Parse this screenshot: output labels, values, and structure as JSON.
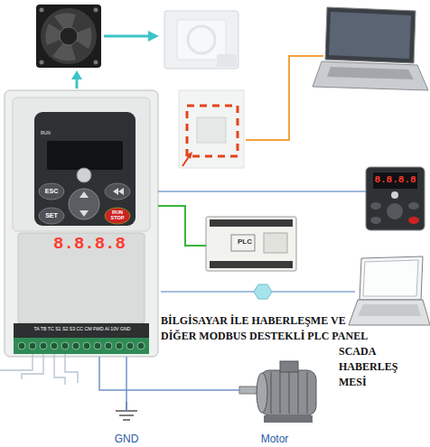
{
  "diagram": {
    "nodes": [
      {
        "text": [
          "8.8.8.8",
          "RUN",
          "ESC",
          "SET",
          "RUN STOP",
          "TA TB TC S1 S2 S3 CC CM FWD AI 10V GND"
        ]
      },
      {
        "text": [
          "8.8.8.8"
        ]
      },
      {
        "text": [
          "PLC"
        ]
      },
      {
        "text": [
          "Motor"
        ]
      },
      {
        "text": [
          "GND"
        ]
      }
    ],
    "edges": [
      {
        "from": 0,
        "to": 1,
        "arrow": "none"
      },
      {
        "from": 0,
        "to": 2,
        "arrow": "none"
      },
      {
        "from": 0,
        "to": 3,
        "arrow": "none"
      },
      {
        "from": 0,
        "to": 4,
        "arrow": "none"
      }
    ],
    "labels": [
      "BİLGİSAYAR İLE HABERLEŞME VE DİĞER MODBUS DESTEKLİ PLC PANEL SCADA HABERLEŞ MESİ"
    ]
  }
}
